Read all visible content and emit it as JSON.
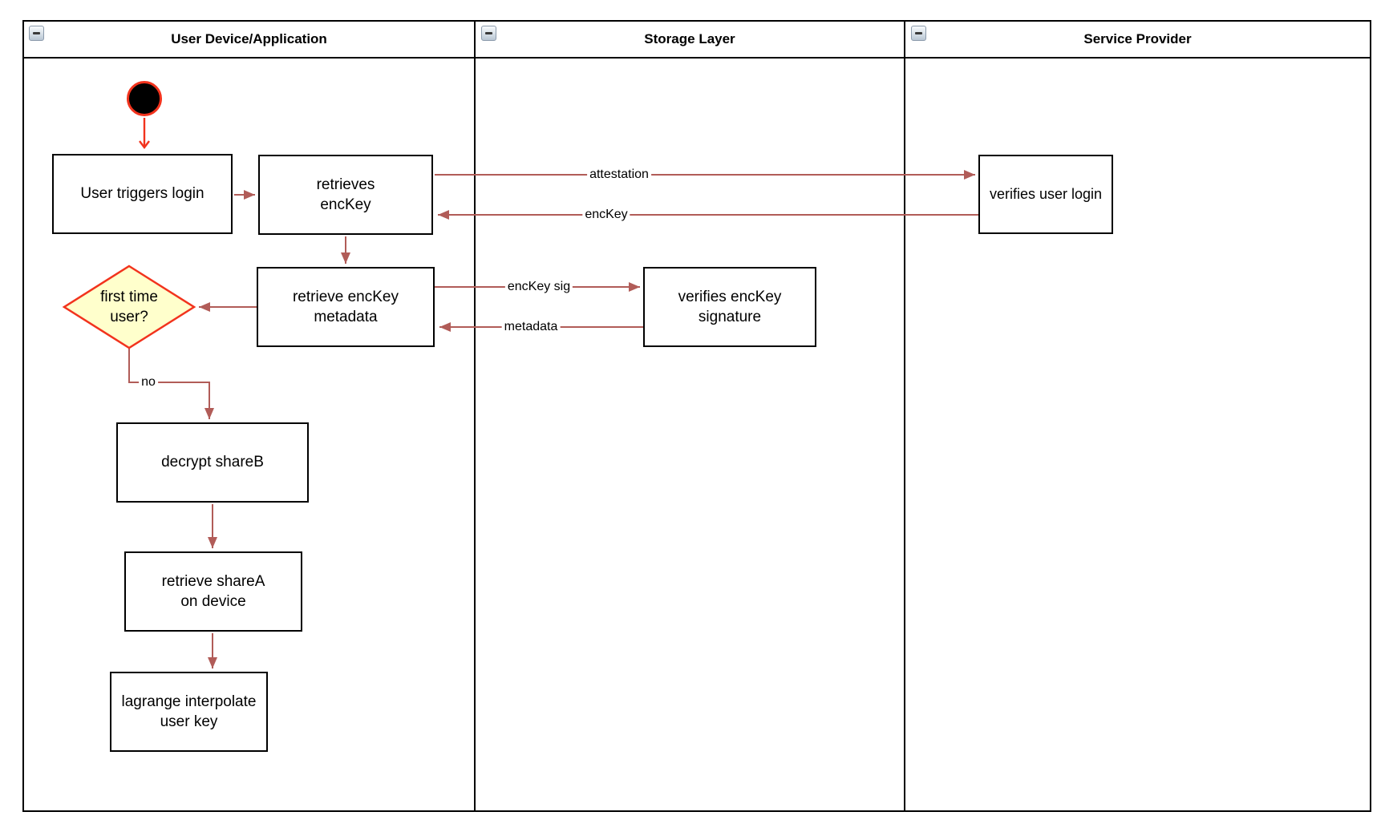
{
  "lanes": [
    {
      "title": "User Device/Application"
    },
    {
      "title": "Storage Layer"
    },
    {
      "title": "Service Provider"
    }
  ],
  "nodes": {
    "user_triggers_login": {
      "label": "User triggers login"
    },
    "retrieves_enckey": {
      "line1": "retrieves",
      "line2": "encKey"
    },
    "retrieve_enckey_metadata": {
      "line1": "retrieve encKey",
      "line2": "metadata"
    },
    "first_time_user": {
      "line1": "first time",
      "line2": "user?"
    },
    "decrypt_shareb": {
      "label": "decrypt shareB"
    },
    "retrieve_sharea": {
      "line1": "retrieve shareA",
      "line2": "on device"
    },
    "lagrange_interpolate": {
      "line1": "lagrange interpolate",
      "line2": "user key"
    },
    "verifies_enckey_signature": {
      "line1": "verifies encKey",
      "line2": "signature"
    },
    "verifies_user_login": {
      "label": "verifies user login"
    }
  },
  "edge_labels": {
    "attestation": "attestation",
    "enckey": "encKey",
    "enckey_sig": "encKey sig",
    "metadata": "metadata",
    "no": "no"
  },
  "colors": {
    "flow_arrow": "#b15c58",
    "start_accent": "#f2331d",
    "decision_fill": "#ffffcc",
    "decision_border": "#f2331d",
    "node_fill": "#ffffff",
    "node_border": "#000000",
    "lane_border": "#000000"
  }
}
